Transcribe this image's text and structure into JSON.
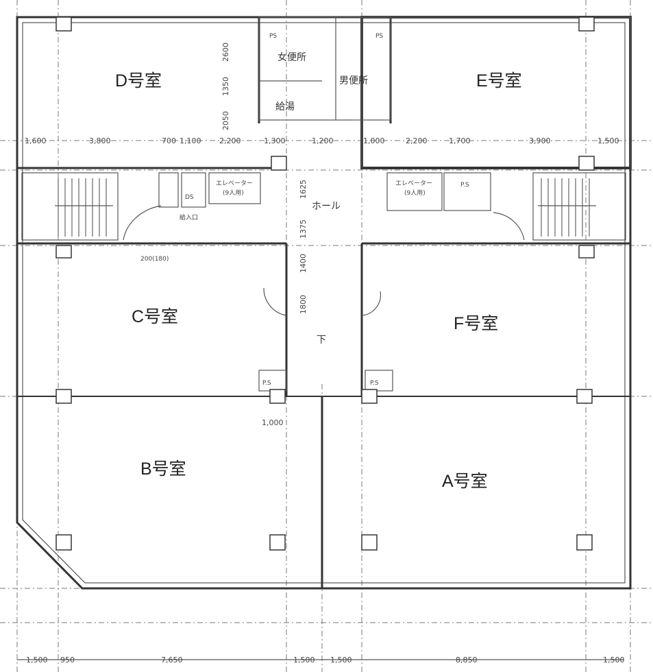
{
  "rooms": {
    "d": "D号室",
    "e": "E号室",
    "c": "C号室",
    "f": "F号室",
    "b": "B号室",
    "a": "A号室"
  },
  "core": {
    "womens_wc": "女便所",
    "mens_wc": "男便所",
    "kitchenette": "給湯",
    "elevator_left": "エレベーター",
    "elevator_left_cap": "(9人用)",
    "elevator_right": "エレベーター",
    "elevator_right_cap": "(9人用)",
    "ps": "P.S",
    "ps_small": "PS",
    "hall": "ホール",
    "corridor": "下",
    "ds": "DS",
    "intake": "給入口"
  },
  "dimensions": {
    "top": [
      "1,600",
      "3,800",
      "700",
      "1,100",
      "2,200",
      "1,300",
      "1,200",
      "1,000",
      "2,200",
      "1,700",
      "3,900",
      "1,500"
    ],
    "bottom": [
      "1,500",
      "950",
      "7,650",
      "1,500",
      "1,500",
      "8,850",
      "1,500"
    ],
    "vertical": [
      "2600",
      "1350",
      "2050",
      "1625",
      "1375",
      "1400",
      "1800"
    ],
    "middle": "1,000",
    "col_note": "200(180)"
  }
}
